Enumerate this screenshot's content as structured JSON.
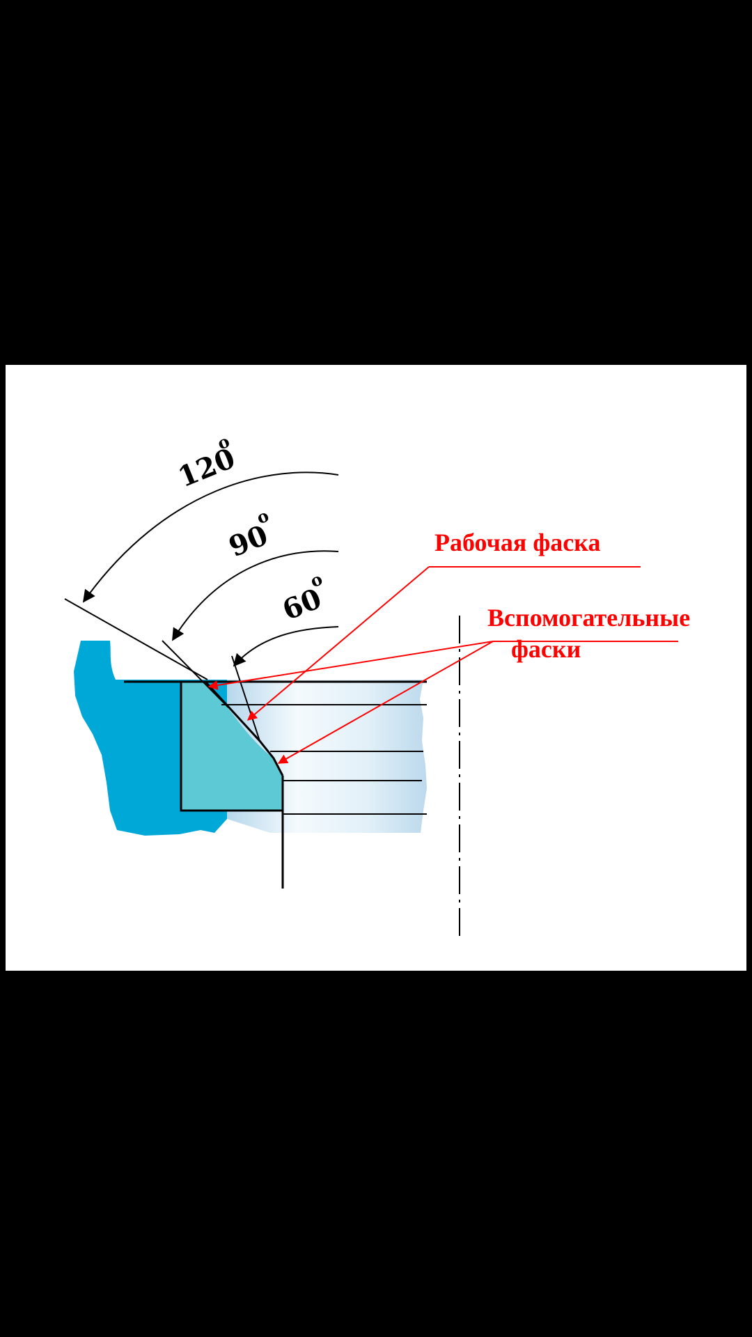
{
  "diagram": {
    "angles": [
      {
        "value": "120",
        "degree_mark": "o"
      },
      {
        "value": "90",
        "degree_mark": "o"
      },
      {
        "value": "60",
        "degree_mark": "o"
      }
    ],
    "labels": {
      "working_chamfer": "Рабочая фаска",
      "auxiliary_chamfers_line1": "Вспомогательные",
      "auxiliary_chamfers_line2": "фаски"
    },
    "colors": {
      "background": "#000000",
      "panel": "#ffffff",
      "body_fill": "#00a8d8",
      "insert_fill": "#5cc9d4",
      "bore_light": "#e6f3fa",
      "bore_shade": "#b9d9ec",
      "annotation_red": "#ff0000",
      "line_black": "#000000"
    }
  }
}
